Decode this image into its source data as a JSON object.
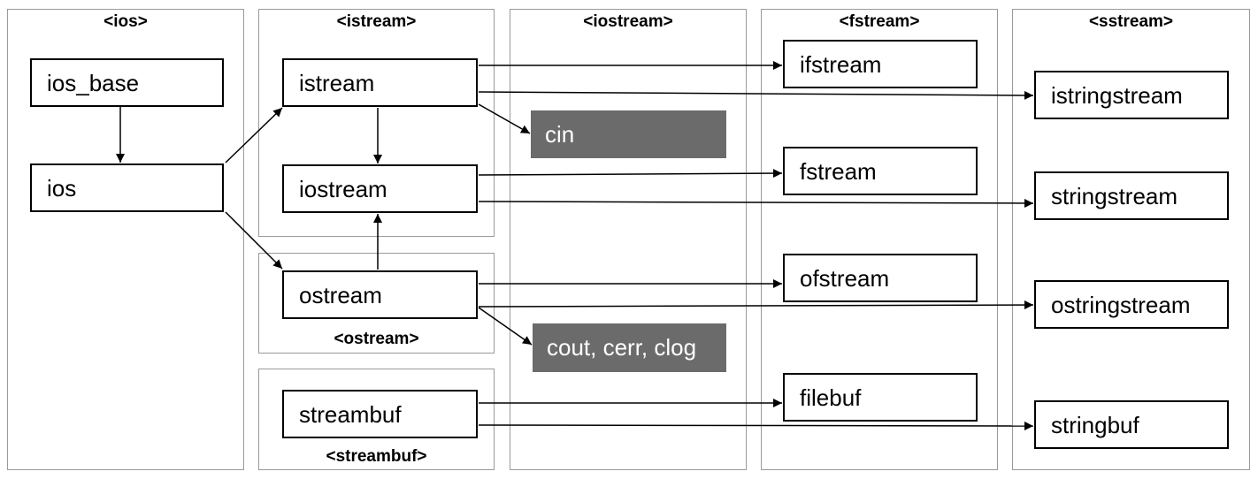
{
  "headers": {
    "ios": "<ios>",
    "istream": "<istream>",
    "ostream": "<ostream>",
    "streambuf": "<streambuf>",
    "iostream": "<iostream>",
    "fstream": "<fstream>",
    "sstream": "<sstream>"
  },
  "classes": {
    "ios_base": "ios_base",
    "ios": "ios",
    "istream": "istream",
    "iostream": "iostream",
    "ostream": "ostream",
    "streambuf": "streambuf",
    "ifstream": "ifstream",
    "fstream": "fstream",
    "ofstream": "ofstream",
    "filebuf": "filebuf",
    "istringstream": "istringstream",
    "stringstream": "stringstream",
    "ostringstream": "ostringstream",
    "stringbuf": "stringbuf"
  },
  "objects": {
    "cin": "cin",
    "cout_group": "cout, cerr, clog"
  },
  "colors": {
    "object_fill": "#6b6b6b",
    "panel_border": "#9a9a9a"
  }
}
